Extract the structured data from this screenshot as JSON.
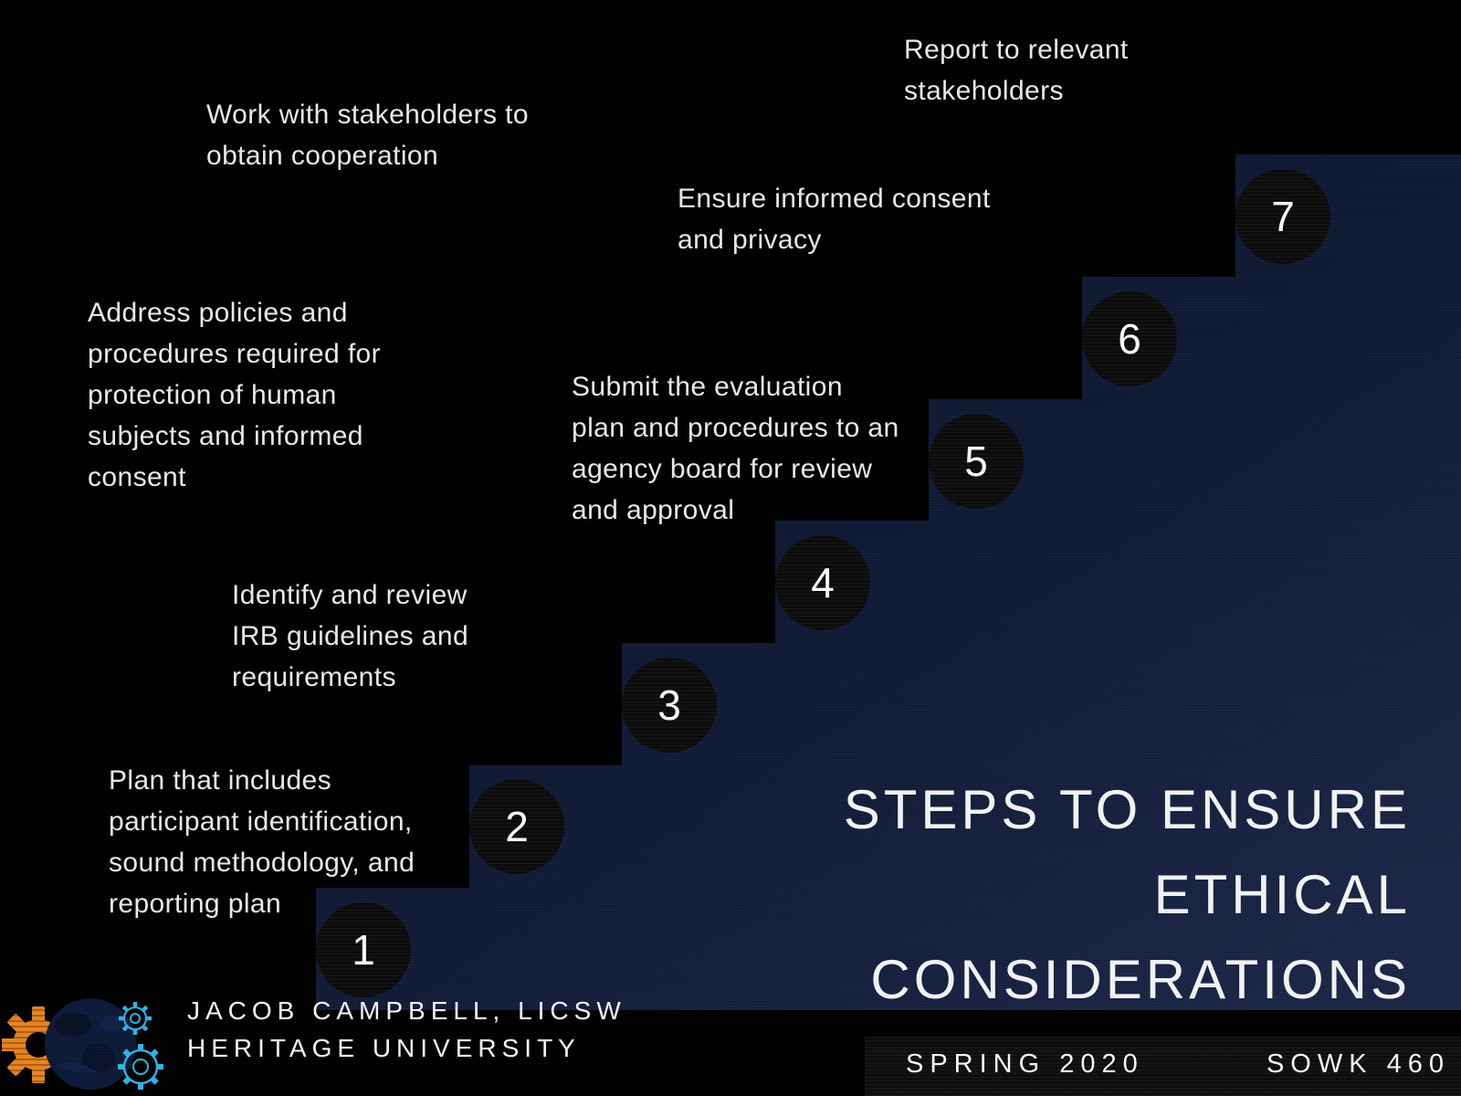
{
  "slide": {
    "title_lines": [
      "STEPS TO ENSURE",
      "ETHICAL",
      "CONSIDERATIONS"
    ],
    "title_full": "STEPS TO ENSURE ETHICAL CONSIDERATIONS",
    "steps": [
      {
        "number": "1",
        "text": "Plan that includes participant identification, sound methodology, and reporting plan",
        "lines": [
          "Plan that includes",
          "participant identification,",
          "sound methodology, and",
          "reporting plan"
        ]
      },
      {
        "number": "2",
        "text": "Identify and review IRB guidelines and requirements",
        "lines": [
          "Identify and review",
          "IRB guidelines and",
          "requirements"
        ]
      },
      {
        "number": "3",
        "text": "Address policies and procedures required for protection of human subjects and informed consent",
        "lines": [
          "Address policies and",
          "procedures required for",
          "protection of human",
          "subjects and informed",
          "consent"
        ]
      },
      {
        "number": "4",
        "text": "Submit the evaluation plan and procedures to an agency board for review and approval",
        "lines": [
          "Submit the evaluation",
          "plan and procedures to an",
          "agency board for review",
          "and approval"
        ]
      },
      {
        "number": "5",
        "text": "Work with stakeholders to obtain cooperation",
        "lines": [
          "Work with stakeholders to",
          "obtain cooperation"
        ]
      },
      {
        "number": "6",
        "text": "Ensure informed consent and privacy",
        "lines": [
          "Ensure informed consent",
          "and privacy"
        ]
      },
      {
        "number": "7",
        "text": "Report to relevant stakeholders",
        "lines": [
          "Report to relevant",
          "stakeholders"
        ]
      }
    ],
    "footer": {
      "author": "JACOB CAMPBELL, LICSW",
      "institution": "HERITAGE UNIVERSITY",
      "term": "SPRING 2020",
      "course": "SOWK 460"
    },
    "colors": {
      "background": "#000000",
      "staircase_navy_top": "#0b142b",
      "staircase_navy_bottom": "#1c2646",
      "circle_fill": "#0b0b0b",
      "step_text": "#e8e8e8",
      "title_text": "#f2f2f2",
      "logo_gear_orange": "#e8831f",
      "logo_globe_navy": "#0d1a38",
      "logo_accent_teal": "#2db3e8"
    }
  }
}
